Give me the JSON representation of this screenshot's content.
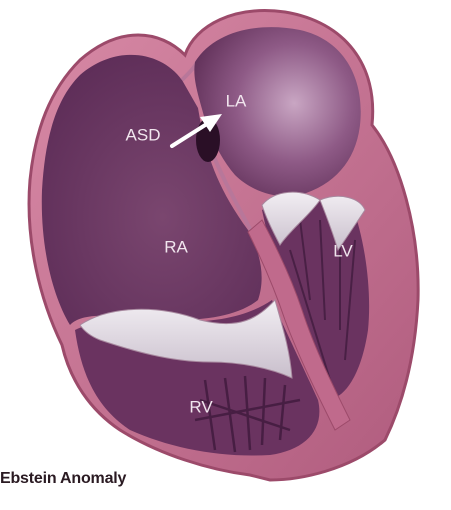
{
  "caption": "Ebstein Anomaly",
  "labels": {
    "la": "LA",
    "asd": "ASD",
    "ra": "RA",
    "lv": "LV",
    "rv": "RV"
  },
  "colors": {
    "wall": "#c46e8f",
    "wall_dark": "#9c4a6a",
    "chamber": "#6e3a63",
    "chamber_dark": "#4a2044",
    "valve": "#e4dde6",
    "arrow": "#ffffff",
    "caption_text": "#2a1a22"
  }
}
